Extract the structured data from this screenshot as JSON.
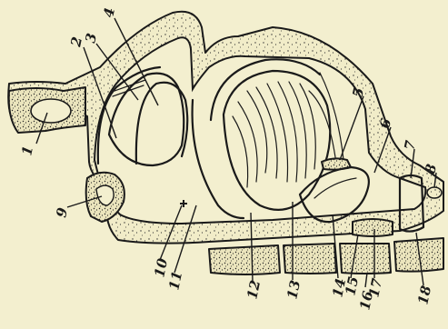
{
  "figure": {
    "labels": [
      "1",
      "2",
      "3",
      "4",
      "5",
      "6",
      "7",
      "8",
      "9",
      "10",
      "11",
      "12",
      "13",
      "14",
      "15",
      "16",
      "17",
      "18"
    ]
  }
}
